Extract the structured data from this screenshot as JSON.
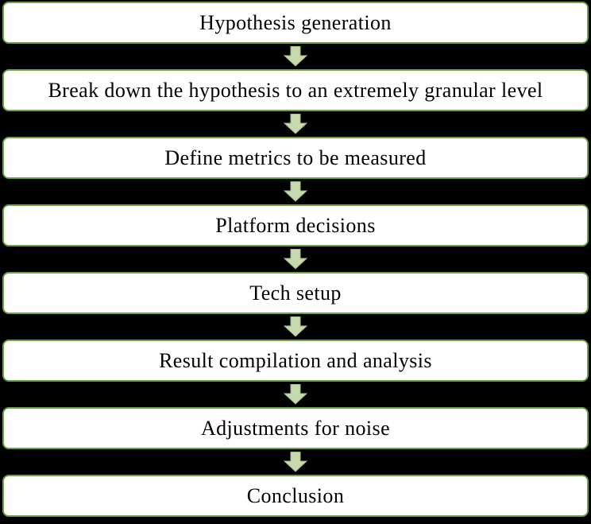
{
  "diagram": {
    "type": "vertical-process-flowchart",
    "steps": [
      {
        "label": "Hypothesis generation"
      },
      {
        "label": "Break down the hypothesis to an extremely granular level"
      },
      {
        "label": "Define metrics to be measured"
      },
      {
        "label": "Platform decisions"
      },
      {
        "label": "Tech setup"
      },
      {
        "label": "Result compilation and analysis"
      },
      {
        "label": "Adjustments for noise"
      },
      {
        "label": "Conclusion"
      }
    ],
    "connector_icon": "down-arrow"
  },
  "colors": {
    "background": "#000000",
    "box_fill": "#ffffff",
    "box_border": "#6aa344",
    "arrow_fill": "#c6d9af",
    "arrow_stroke": "#a2bc83",
    "text": "#000000"
  }
}
